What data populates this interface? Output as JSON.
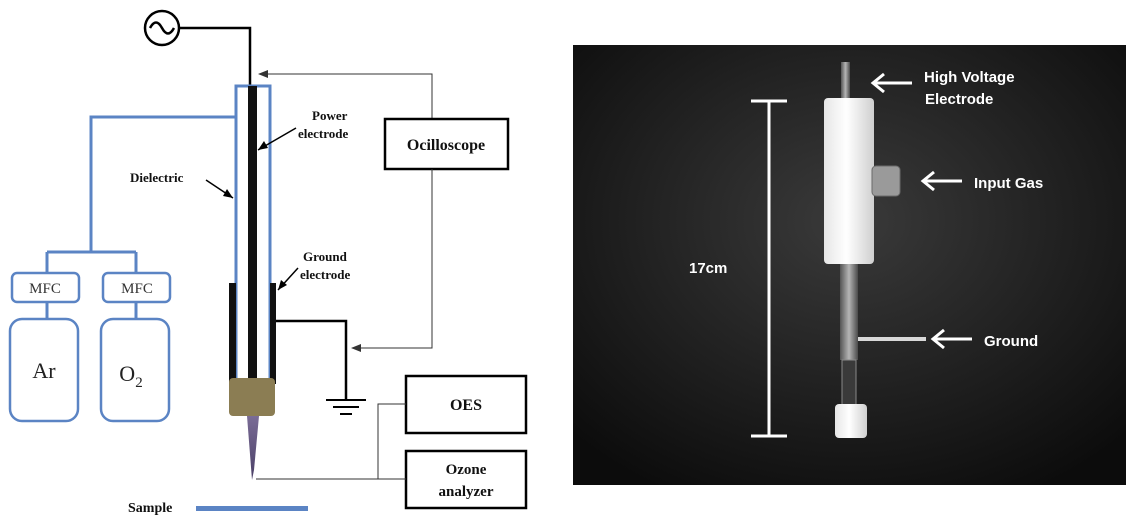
{
  "schematic": {
    "power_electrode_label": [
      "Power",
      "electrode"
    ],
    "dielectric_label": "Dielectric",
    "ground_electrode_label": [
      "Ground",
      "electrode"
    ],
    "oscilloscope_label": "Ocilloscope",
    "mfc_label_1": "MFC",
    "mfc_label_2": "MFC",
    "cylinder_ar": "Ar",
    "cylinder_o2_base": "O",
    "cylinder_o2_sub": "2",
    "oes_label": "OES",
    "ozone_label": [
      "Ozone",
      "analyzer"
    ],
    "sample_label": "Sample"
  },
  "photo": {
    "hv_label": [
      "High Voltage",
      "Electrode"
    ],
    "input_gas_label": "Input Gas",
    "ground_label": "Ground",
    "length_label": "17cm"
  },
  "colors": {
    "gas_line": "#5b84c4",
    "dielectric": "#5b84c4",
    "electrode": "#000000",
    "nozzle": "#8b7d53",
    "jet": "#6b5f84",
    "photo_background": "#121212"
  }
}
